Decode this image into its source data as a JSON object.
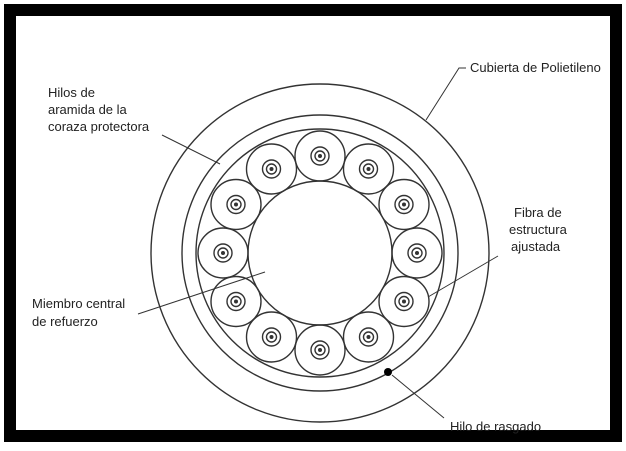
{
  "labels": {
    "sheath": "Cubierta de Polietileno",
    "aramid": [
      "Hilos de",
      "aramida de la",
      "coraza protectora"
    ],
    "fiber": [
      "Fibra de",
      "estructura",
      "ajustada"
    ],
    "central": [
      "Miembro central",
      "de refuerzo"
    ],
    "ripcord": "Hilo de rasgado"
  },
  "fiber_count": 12,
  "colors": {
    "frame": "#000000",
    "line": "#333333",
    "background": "#ffffff"
  }
}
